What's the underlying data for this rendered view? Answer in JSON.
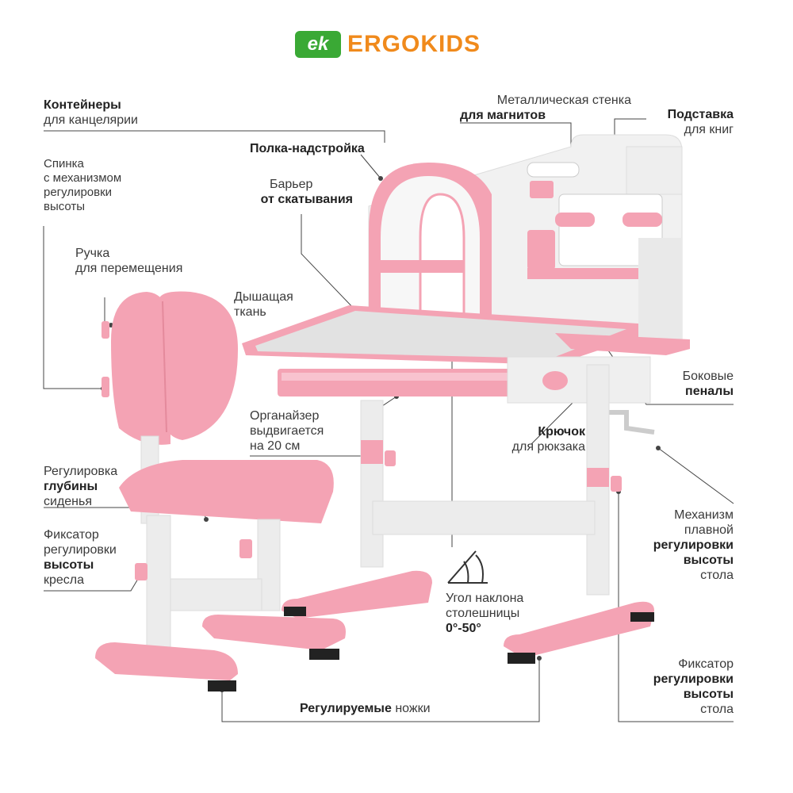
{
  "brand": {
    "badge": "ek",
    "name": "ERGOKIDS",
    "colors": {
      "badge": "#3aa935",
      "text": "#f08a1c",
      "accent": "#f4a3b4"
    }
  },
  "labels": {
    "containers": [
      "Контейнеры",
      "для канцелярии"
    ],
    "metal_wall": [
      "Металлическая стенка",
      "для магнитов"
    ],
    "book_stand": [
      "Подставка",
      "для книг"
    ],
    "top_shelf": [
      "Полка-надстройка"
    ],
    "backrest": [
      "Спинка",
      "с механизмом",
      "регулировки",
      "высоты"
    ],
    "barrier": [
      "Барьер",
      "от скатывания"
    ],
    "handle": [
      "Ручка",
      "для перемещения"
    ],
    "fabric": [
      "Дышащая",
      "ткань"
    ],
    "side_cases": [
      "Боковые",
      "пеналы"
    ],
    "organizer": [
      "Органайзер",
      "выдвигается",
      "на 20 см"
    ],
    "hook": [
      "Крючок",
      "для рюкзака"
    ],
    "seat_depth": [
      "Регулировка",
      "глубины",
      "сиденья"
    ],
    "chair_lock": [
      "Фиксатор",
      "регулировки",
      "высоты",
      "кресла"
    ],
    "mechanism": [
      "Механизм",
      "плавной",
      "регулировки",
      "высоты",
      "стола"
    ],
    "tilt": [
      "Угол наклона",
      "столешницы",
      "0°-50°"
    ],
    "desk_lock": [
      "Фиксатор",
      "регулировки",
      "высоты",
      "стола"
    ],
    "legs": [
      "Регулируемые",
      "ножки"
    ]
  }
}
